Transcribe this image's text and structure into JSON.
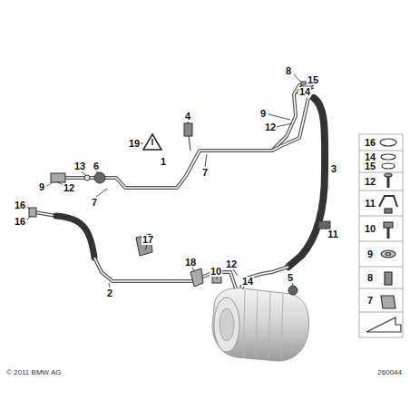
{
  "diagram": {
    "labels": [
      "19",
      "4",
      "8",
      "15",
      "14",
      "9",
      "12",
      "7",
      "1",
      "3",
      "12",
      "9",
      "13",
      "6",
      "7",
      "16",
      "16",
      "11",
      "17",
      "18",
      "12",
      "14",
      "10",
      "5",
      "2",
      "16",
      "14",
      "15",
      "12",
      "11",
      "10",
      "9",
      "8",
      "7",
      "© 2011 BMW AG",
      "260044"
    ]
  }
}
